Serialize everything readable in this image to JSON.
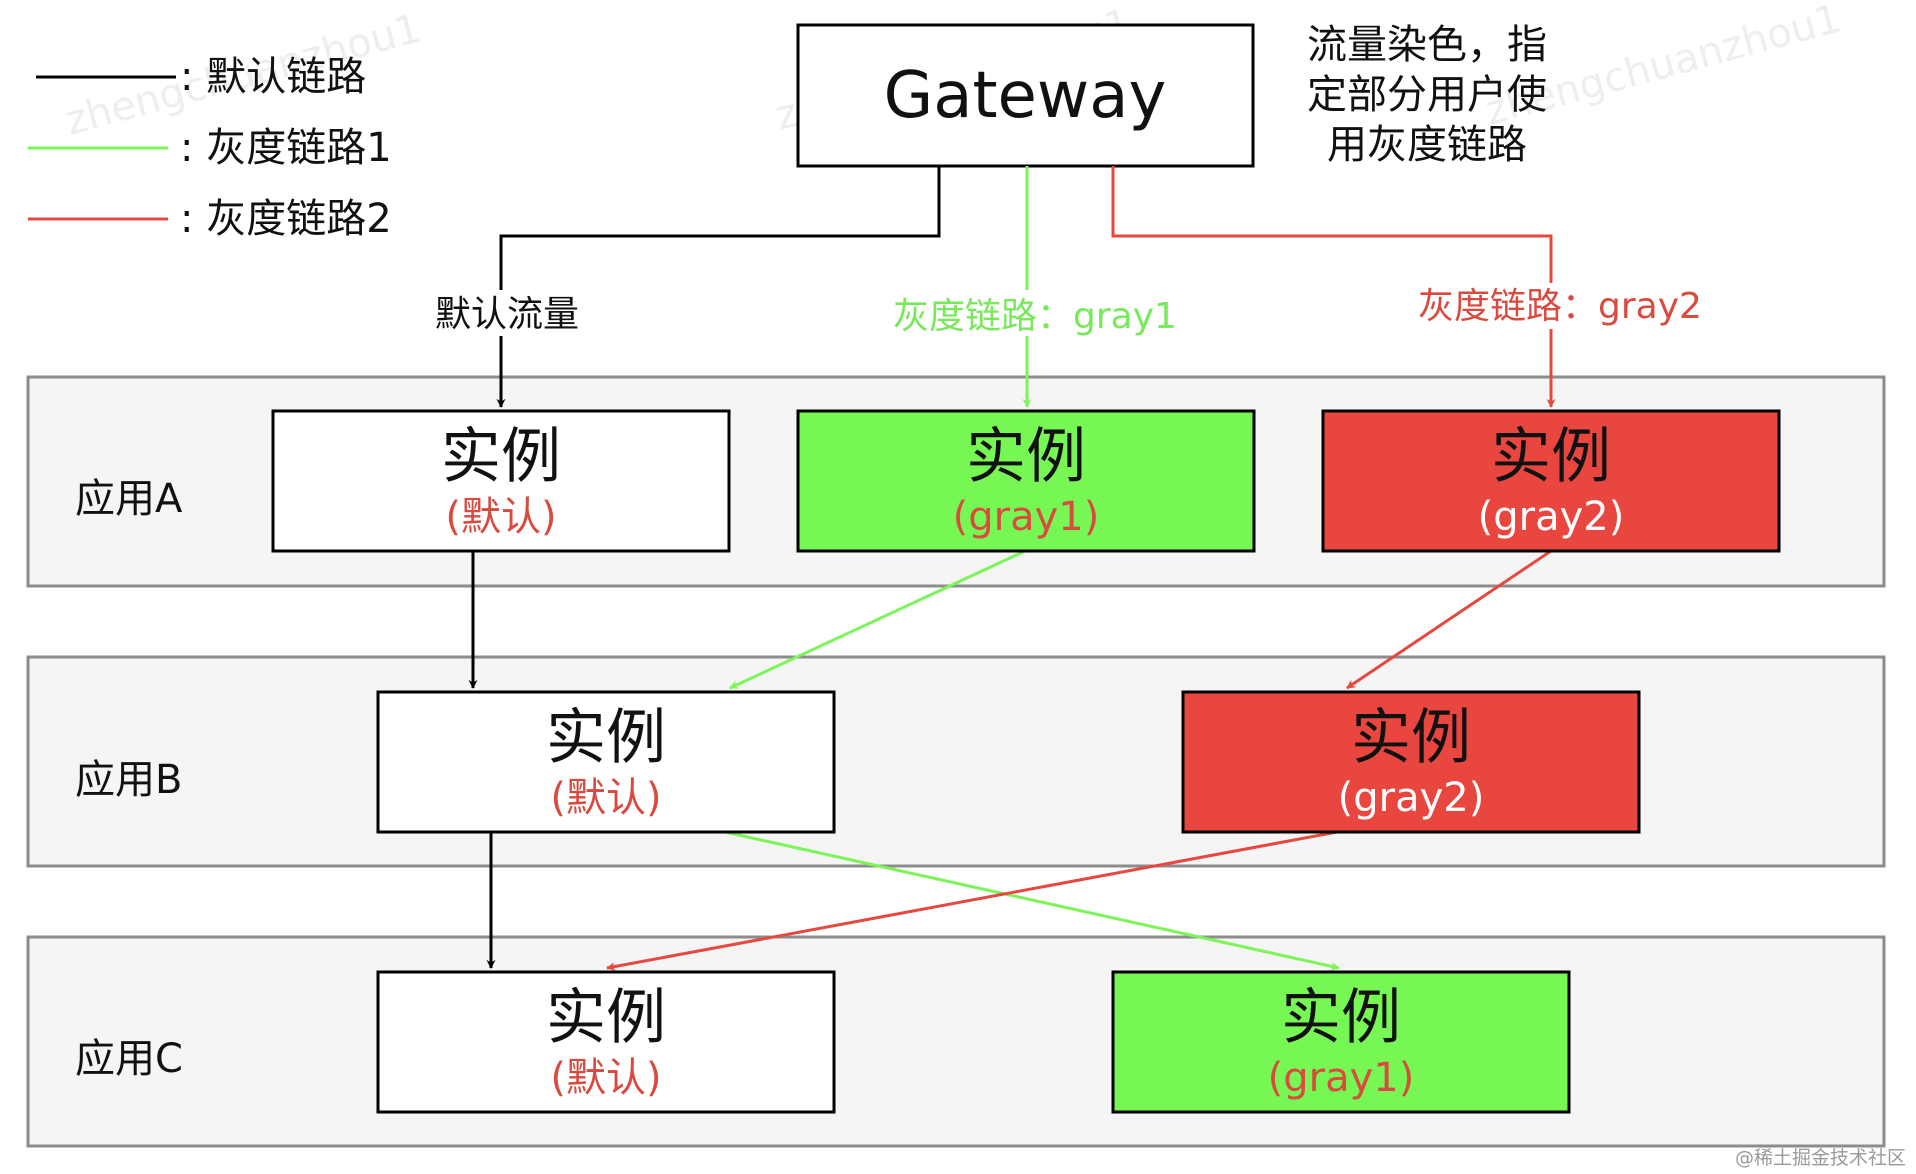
{
  "legend": {
    "default_label": ": 默认链路",
    "gray1_label": ": 灰度链路1",
    "gray2_label": ": 灰度链路2"
  },
  "gateway": {
    "title": "Gateway",
    "note_line1": "流量染色，指",
    "note_line2": "定部分用户使",
    "note_line3": "用灰度链路"
  },
  "edges": {
    "default_label": "默认流量",
    "gray1_label": "灰度链路：gray1",
    "gray2_label": "灰度链路：gray2"
  },
  "instance_title": "实例",
  "apps": {
    "a": {
      "label": "应用A",
      "default_tag": "(默认)",
      "gray1_tag": "(gray1)",
      "gray2_tag": "(gray2)"
    },
    "b": {
      "label": "应用B",
      "default_tag": "(默认)",
      "gray2_tag": "(gray2)"
    },
    "c": {
      "label": "应用C",
      "default_tag": "(默认)",
      "gray1_tag": "(gray1)"
    }
  },
  "watermark": {
    "text": "zhengchuanzhou1",
    "credit": "@稀土掘金技术社区"
  },
  "colors": {
    "default_line": "#000000",
    "gray1_line": "#7cf55a",
    "gray2_line": "#e5483f",
    "gray1_fill": "#76f754",
    "gray2_fill": "#ea4640",
    "tag_red": "#d94a3f",
    "gray1_text": "#79e85c",
    "band_fill": "#f5f5f5",
    "band_stroke": "#8c8c8c"
  }
}
